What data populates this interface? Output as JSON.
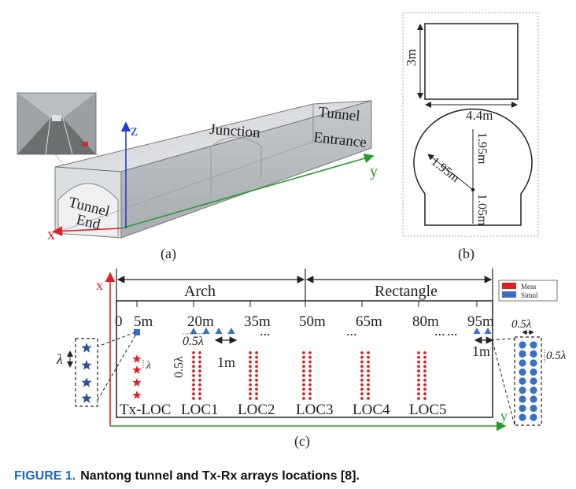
{
  "panel_a": {
    "label": "(a)",
    "text_tunnel_end_1": "Tunnel",
    "text_tunnel_end_2": "End",
    "text_junction": "Junction",
    "text_tunnel_entrance_1": "Tunnel",
    "text_tunnel_entrance_2": "Entrance",
    "axis_x": "x",
    "axis_y": "y",
    "axis_z": "z",
    "colors": {
      "x_axis": "#e02020",
      "y_axis": "#2a9a2a",
      "z_axis": "#2040d0"
    }
  },
  "panel_b": {
    "label": "(b)",
    "height": "3m",
    "width": "4.4m",
    "radius": "1.95m",
    "upper_height": "1.95m",
    "lower_height": "1.05m"
  },
  "panel_c": {
    "label": "(c)",
    "section_arch": "Arch",
    "section_rectangle": "Rectangle",
    "axis_x": "x",
    "axis_y": "y",
    "legend_meas": "Meas",
    "legend_simul": "Simul",
    "distances": [
      "0",
      "5m",
      "20m",
      "35m",
      "50m",
      "65m",
      "80m",
      "95m"
    ],
    "ellipsis": "...",
    "loc_labels": [
      "Tx-LOC",
      "LOC1",
      "LOC2",
      "LOC3",
      "LOC4",
      "LOC5"
    ],
    "lambda": "λ",
    "half_lambda": "0.5λ",
    "one_m": "1m",
    "colors": {
      "meas": "#e02020",
      "simul": "#3a6fc4",
      "tx_star_red": "#e02020",
      "tx_star_blue": "#2b4f9a"
    }
  },
  "caption": {
    "label": "FIGURE 1.",
    "text": "Nantong tunnel and Tx-Rx arrays locations [8]."
  }
}
